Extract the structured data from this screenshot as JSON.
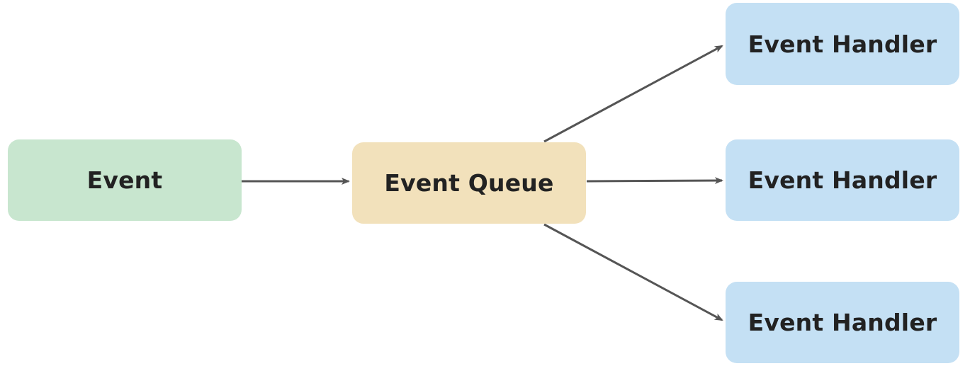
{
  "colors": {
    "event_fill": "#c8e6cf",
    "queue_fill": "#f2e1bb",
    "handler_fill": "#c4e0f4",
    "arrow": "#555555",
    "text": "#222222"
  },
  "nodes": {
    "event": {
      "label": "Event"
    },
    "queue": {
      "label": "Event Queue"
    },
    "handlers": [
      {
        "label": "Event Handler"
      },
      {
        "label": "Event Handler"
      },
      {
        "label": "Event Handler"
      }
    ]
  }
}
